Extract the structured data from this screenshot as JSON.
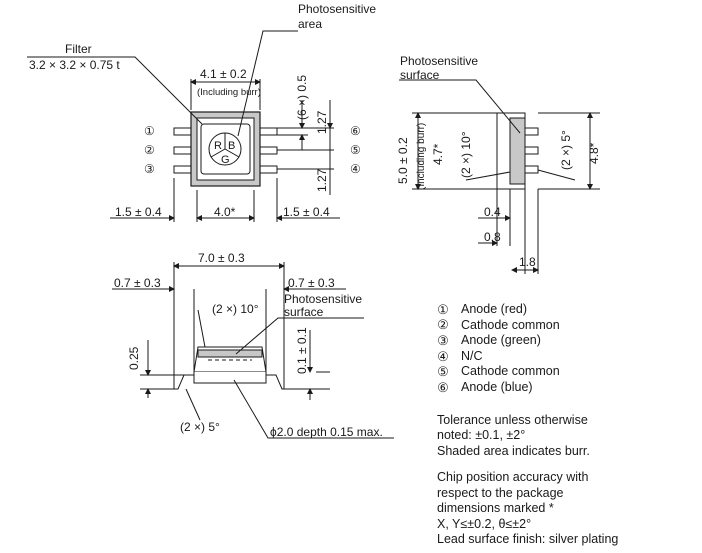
{
  "top_view": {
    "filter_label": "Filter",
    "filter_dims": "3.2 × 3.2 × 0.75 t",
    "area_label_1": "Photosensitive",
    "area_label_2": "area",
    "width_dim": "4.1 ± 0.2",
    "burr_note": "(Including burr)",
    "pin_pitch_dim": "(6 ×) 0.5",
    "pitch_1": "1.27",
    "pitch_2": "1.27",
    "left_lead_dim": "1.5 ± 0.4",
    "center_dim": "4.0*",
    "right_lead_dim": "1.5 ± 0.4",
    "pin_left": [
      "①",
      "②",
      "③"
    ],
    "pin_right": [
      "⑥",
      "⑤",
      "④"
    ],
    "rgb": [
      "R",
      "B",
      "G"
    ]
  },
  "side_view": {
    "surface_label_1": "Photosensitive",
    "surface_label_2": "surface",
    "height_dim": "5.0 ± 0.2",
    "burr_note": "(Including burr)",
    "inner_height": "4.7*",
    "angle_1": "(2 ×) 10°",
    "angle_2": "(2 ×) 5°",
    "right_height": "4.8*",
    "dim_04": "0.4",
    "dim_08": "0.8",
    "dim_18": "1.8"
  },
  "front_view": {
    "total_width": "7.0 ± 0.3",
    "left_dim": "0.7 ± 0.3",
    "right_dim": "0.7 ± 0.3",
    "angle_top": "(2 ×) 10°",
    "surface_label_1": "Photosensitive",
    "surface_label_2": "surface",
    "lead_thickness": "0.25",
    "surface_offset": "0.1 ± 0.1",
    "angle_bottom": "(2 ×) 5°",
    "hole_note": "ϕ2.0 depth 0.15 max."
  },
  "pins": [
    {
      "num": "①",
      "label": "Anode (red)"
    },
    {
      "num": "②",
      "label": "Cathode common"
    },
    {
      "num": "③",
      "label": "Anode (green)"
    },
    {
      "num": "④",
      "label": "N/C"
    },
    {
      "num": "⑤",
      "label": "Cathode common"
    },
    {
      "num": "⑥",
      "label": "Anode (blue)"
    }
  ],
  "notes": {
    "tolerance": [
      "Tolerance unless otherwise",
      "noted: ±0.1, ±2°",
      "Shaded area indicates burr."
    ],
    "accuracy": [
      "Chip position accuracy with",
      "respect to the package",
      "dimensions marked *",
      "X, Y≤±0.2, θ≤±2°",
      "Lead surface finish: silver plating"
    ]
  },
  "colors": {
    "line": "#1a1a1a",
    "burr": "#c8c8c8",
    "body": "#ffffff"
  }
}
